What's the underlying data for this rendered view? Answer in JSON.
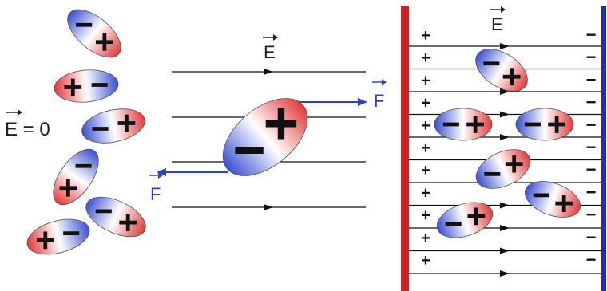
{
  "panels": {
    "no_field": {
      "field_label": "E = 0",
      "dipoles": [
        {
          "left": "−",
          "right": "+"
        },
        {
          "left": "+",
          "right": "−"
        },
        {
          "left": "−",
          "right": "+"
        },
        {
          "left": "+",
          "right": "−"
        },
        {
          "left": "−",
          "right": "+"
        },
        {
          "left": "+",
          "right": "−"
        }
      ]
    },
    "single_dipole": {
      "field_label": "E",
      "force_label_right": "F",
      "force_label_left": "F",
      "dipole": {
        "left": "−",
        "right": "+"
      }
    },
    "capacitor": {
      "field_label": "E",
      "left_plate_sign": "+",
      "right_plate_sign": "−",
      "dipoles": [
        {
          "left": "−",
          "right": "+"
        },
        {
          "left": "−",
          "right": "+"
        },
        {
          "left": "−",
          "right": "+"
        },
        {
          "left": "−",
          "right": "+"
        },
        {
          "left": "−",
          "right": "+"
        },
        {
          "left": "−",
          "right": "+"
        }
      ]
    }
  },
  "colors": {
    "positive": "#e23a3a",
    "negative": "#3a4fd0",
    "force": "#2a44c8",
    "left_plate": "#d42020",
    "right_plate": "#1e2fb0",
    "field_line": "#111111"
  }
}
